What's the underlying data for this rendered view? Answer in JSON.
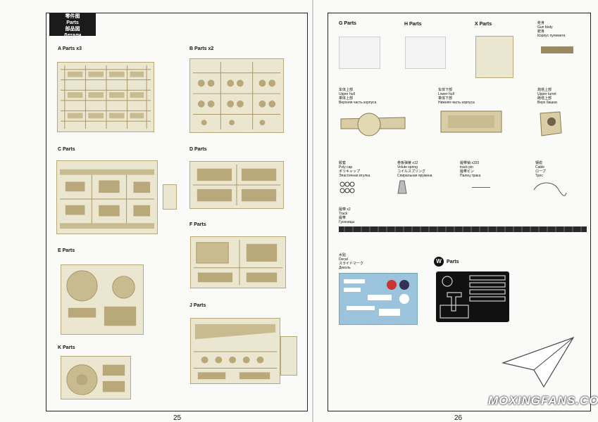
{
  "left_page": {
    "header": {
      "zh": "零件图",
      "en": "Parts",
      "ja": "部品図",
      "ru": "Детали"
    },
    "page_number": "25",
    "parts": [
      {
        "letter": "A",
        "label": "Parts",
        "qty": "x3"
      },
      {
        "letter": "B",
        "label": "Parts",
        "qty": "x2"
      },
      {
        "letter": "C",
        "label": "Parts",
        "qty": ""
      },
      {
        "letter": "D",
        "label": "Parts",
        "qty": ""
      },
      {
        "letter": "E",
        "label": "Parts",
        "qty": ""
      },
      {
        "letter": "F",
        "label": "Parts",
        "qty": ""
      },
      {
        "letter": "J",
        "label": "Parts",
        "qty": ""
      },
      {
        "letter": "K",
        "label": "Parts",
        "qty": ""
      }
    ]
  },
  "right_page": {
    "page_number": "26",
    "parts": [
      {
        "letter": "G",
        "label": "Parts"
      },
      {
        "letter": "H",
        "label": "Parts"
      },
      {
        "letter": "X",
        "label": "Parts"
      }
    ],
    "components": {
      "gun_body": {
        "zh": "枪身",
        "en": "Gun body",
        "ja": "銃身",
        "ru": "Корпус пулемета"
      },
      "upper_hull": {
        "zh": "车体上部",
        "en": "Upper hull",
        "ja": "車体上部",
        "ru": "Верхняя часть корпуса"
      },
      "lower_hull": {
        "zh": "车体下部",
        "en": "Lower hull",
        "ja": "車体下部",
        "ru": "Нижняя часть корпуса"
      },
      "upper_turret": {
        "zh": "炮塔上部",
        "en": "Upper turret",
        "ja": "砲塔上部",
        "ru": "Верх башни"
      },
      "poly_cap": {
        "zh": "胶套",
        "en": "Poly cap",
        "ja": "ポリキャップ",
        "ru": "Эластичная втулка"
      },
      "volute_spring": {
        "zh": "卷板弹簧",
        "qty": "x12",
        "en": "Volute spring",
        "ja": "コイルスプリング",
        "ru": "Спиральная пружина"
      },
      "track_pin": {
        "zh": "履带销",
        "qty": "x320",
        "en": "track pin",
        "ja": "履帯ピン",
        "ru": "Палец трака"
      },
      "cable": {
        "zh": "钢缆",
        "en": "Cable",
        "ja": "ロープ",
        "ru": "Трос"
      },
      "track": {
        "zh": "履带",
        "qty": "x2",
        "en": "Track",
        "ja": "履帯",
        "ru": "Гусеницы"
      },
      "decal": {
        "zh": "水贴",
        "en": "Decal",
        "ja": "スライドマーク",
        "ru": "Деколь"
      },
      "pe": {
        "letter": "W",
        "label": "Parts"
      }
    }
  },
  "watermark": "MOXINGFANS.COM",
  "colors": {
    "sprue": "#ebe6cf",
    "sprue_border": "#b8a878",
    "decal_bg": "#9cc3dc",
    "pe_bg": "#111111"
  }
}
